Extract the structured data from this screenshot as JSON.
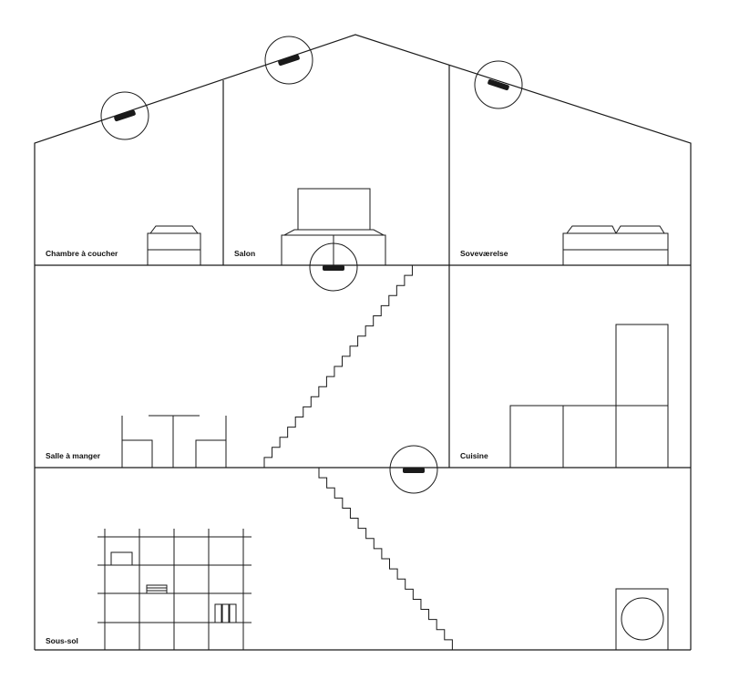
{
  "rooms": {
    "bedroom": "Chambre à coucher",
    "living": "Salon",
    "bedroom2": "Soveværelse",
    "dining": "Salle à manger",
    "kitchen": "Cuisine",
    "basement": "Sous-sol"
  },
  "detector_icon": "smoke-detector-icon",
  "colors": {
    "line": "#1a1a1a",
    "background": "#ffffff"
  }
}
